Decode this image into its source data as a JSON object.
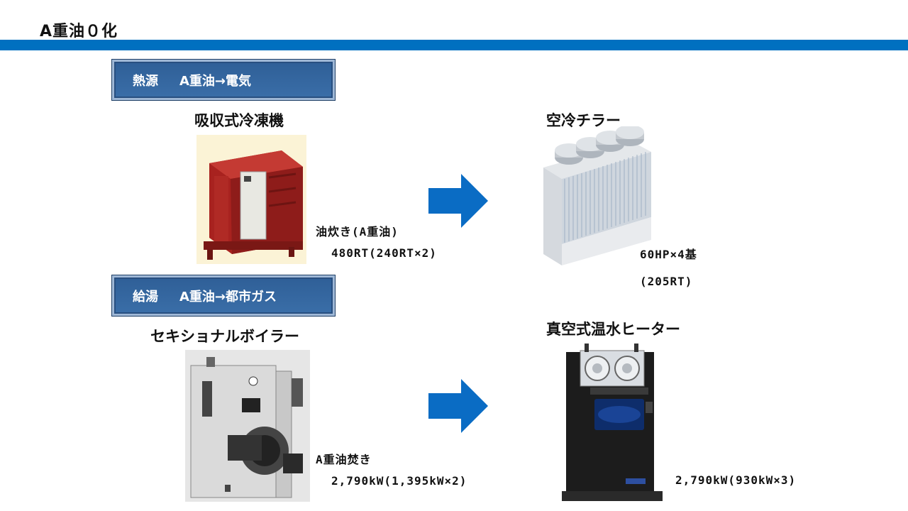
{
  "title": "A重油０化",
  "sections": [
    {
      "label_a": "熱源",
      "label_b": "A重油→電気",
      "before": {
        "name": "吸収式冷凍機",
        "spec_line1": "油炊き(A重油)",
        "spec_line2": "480RT(240RT×2)"
      },
      "after": {
        "name": "空冷チラー",
        "spec_line1": "60HP×4基",
        "spec_line2": "(205RT)"
      }
    },
    {
      "label_a": "給湯",
      "label_b": "A重油→都市ガス",
      "before": {
        "name": "セキショナルボイラー",
        "spec_line1": "A重油焚き",
        "spec_line2": "2,790kW(1,395kW×2)"
      },
      "after": {
        "name": "真空式温水ヒーター",
        "spec_line1": "2,790kW(930kW×3)"
      }
    }
  ],
  "colors": {
    "accent_bar": "#0070c0",
    "arrow": "#0a6cc4",
    "label_box": "#2f5f97"
  },
  "images": {
    "absorption_chiller": "chiller-machine-image",
    "air_cooled_chiller": "air-cooled-chiller-image",
    "sectional_boiler": "boiler-image",
    "vacuum_heater": "vacuum-water-heater-image"
  }
}
